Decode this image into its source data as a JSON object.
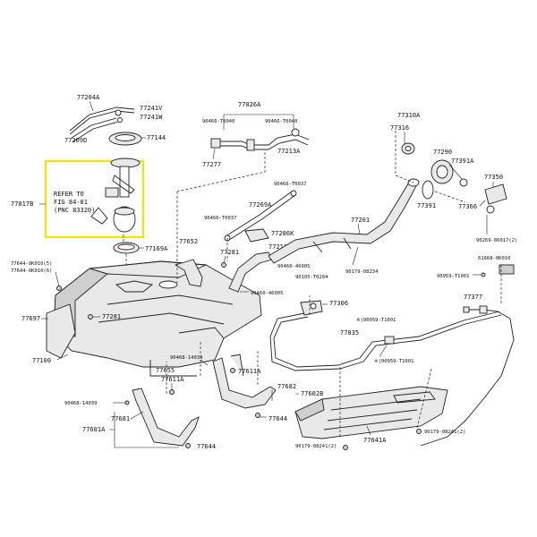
{
  "colors": {
    "highlight": "#f2e600",
    "ink": "#222222"
  },
  "labels": {
    "p77204A": "77204A",
    "p77241V": "77241V",
    "p77241W": "77241W",
    "p77209D": "77209D",
    "p77144": "77144",
    "p77017B": "77017B",
    "refer1": "REFER TO",
    "refer2": "FIG 84-01",
    "refer3": "(PNC 83320)",
    "p77169A": "77169A",
    "p77644a": "77644-0K010(5)",
    "p77644b": "77644-0K010(6)",
    "p77697": "77697",
    "p77281a": "77281",
    "p77100": "77100",
    "p77026A": "77026A",
    "p90466a": "90466-T0040",
    "p90466b": "90466-T0040",
    "p77213A": "77213A",
    "p77277": "77277",
    "p90466c": "90466-T0037",
    "p77269A": "77269A",
    "p90466d": "90466-T0037",
    "p77286K": "77286K",
    "p77652": "77652",
    "p77281b": "77281",
    "p77213B": "77213B",
    "p90460a": "90460-46005",
    "p90460b": "90460-46005",
    "p90105": "90105-T0204",
    "p77201": "77201",
    "p90179a": "90179-08234",
    "p77310A": "77310A",
    "p77316": "77316",
    "p77290": "77290",
    "p77391A": "77391A",
    "p77350": "77350",
    "p77391": "77391",
    "p77366": "77366",
    "p90269": "90269-06017(2)",
    "p61668": "61668-0K010",
    "p90959a": "90959-T1001",
    "p77377": "77377",
    "p77306": "77306",
    "p90959b": "※|90959-T1001",
    "p77035": "77035",
    "p90959c": "※|90959-T1001",
    "p90468": "90468-14039",
    "p77655": "77655",
    "p77611Aa": "77611A",
    "p77611Ab": "77611A",
    "p90468b": "90468-14039",
    "p77681": "77681",
    "p77601A": "77601A",
    "p77644c": "77644",
    "p77682": "77682",
    "p77602B": "77602B",
    "p77644d": "77644",
    "p77641A": "77641A",
    "p90179b": "90179-08241(2)",
    "p90179c": "90179-08241(2)"
  }
}
